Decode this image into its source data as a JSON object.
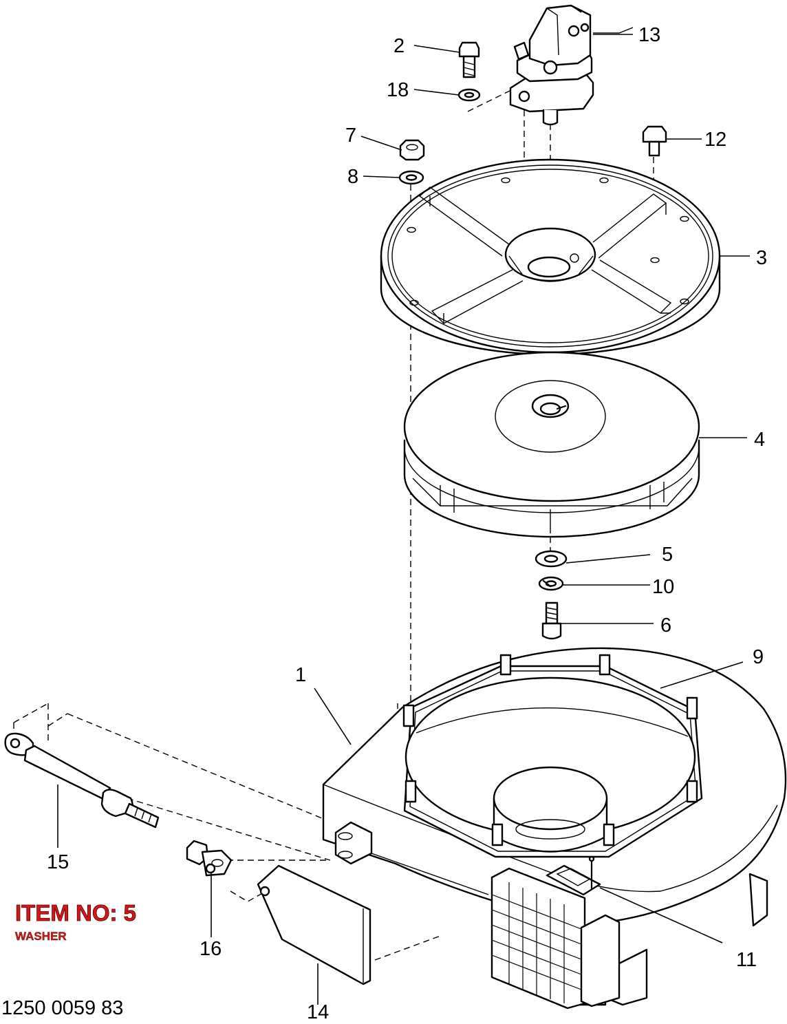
{
  "item": {
    "title": "ITEM NO: 5",
    "subtitle": "WASHER",
    "accent_color": "#d01818"
  },
  "drawing_number": "1250 0059 83",
  "callouts": {
    "c1": "1",
    "c2": "2",
    "c3": "3",
    "c4": "4",
    "c5": "5",
    "c6": "6",
    "c7": "7",
    "c8": "8",
    "c9": "9",
    "c10": "10",
    "c11": "11",
    "c12": "12",
    "c13": "13",
    "c14": "14",
    "c15": "15",
    "c16": "16",
    "c18": "18"
  }
}
